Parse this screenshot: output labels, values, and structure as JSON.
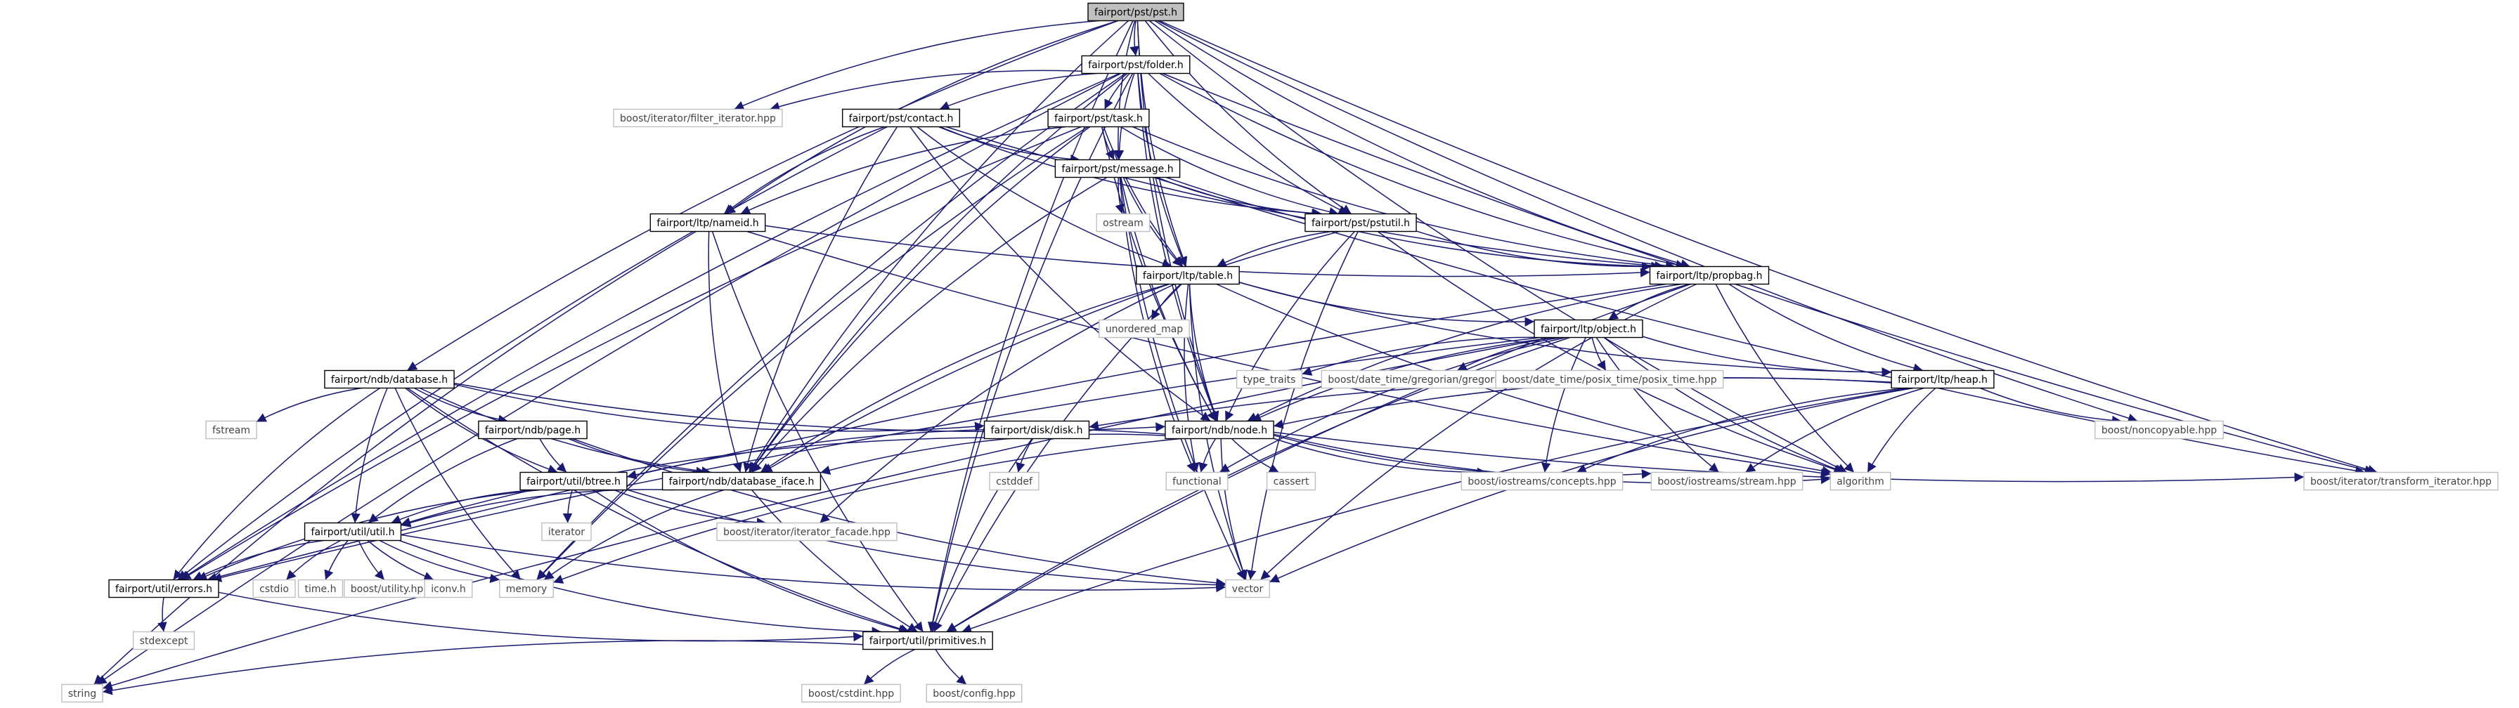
{
  "nodes": [
    {
      "id": "pst",
      "label": "fairport/pst/pst.h",
      "kind": "root"
    },
    {
      "id": "folder",
      "label": "fairport/pst/folder.h",
      "kind": "file"
    },
    {
      "id": "filter_it",
      "label": "boost/iterator/filter_iterator.hpp",
      "kind": "ext"
    },
    {
      "id": "contact",
      "label": "fairport/pst/contact.h",
      "kind": "file"
    },
    {
      "id": "task",
      "label": "fairport/pst/task.h",
      "kind": "file"
    },
    {
      "id": "message",
      "label": "fairport/pst/message.h",
      "kind": "file"
    },
    {
      "id": "ostream",
      "label": "ostream",
      "kind": "ext"
    },
    {
      "id": "pstutil",
      "label": "fairport/pst/pstutil.h",
      "kind": "file"
    },
    {
      "id": "nameid",
      "label": "fairport/ltp/nameid.h",
      "kind": "file"
    },
    {
      "id": "table",
      "label": "fairport/ltp/table.h",
      "kind": "file"
    },
    {
      "id": "propbag",
      "label": "fairport/ltp/propbag.h",
      "kind": "file"
    },
    {
      "id": "unordered_map",
      "label": "unordered_map",
      "kind": "ext"
    },
    {
      "id": "object",
      "label": "fairport/ltp/object.h",
      "kind": "file"
    },
    {
      "id": "type_traits",
      "label": "type_traits",
      "kind": "ext"
    },
    {
      "id": "gregorian",
      "label": "boost/date_time/gregorian/gregorian.hpp",
      "kind": "ext"
    },
    {
      "id": "posix_time",
      "label": "boost/date_time/posix_time/posix_time.hpp",
      "kind": "ext"
    },
    {
      "id": "database",
      "label": "fairport/ndb/database.h",
      "kind": "file"
    },
    {
      "id": "heap",
      "label": "fairport/ltp/heap.h",
      "kind": "file"
    },
    {
      "id": "fstream",
      "label": "fstream",
      "kind": "ext"
    },
    {
      "id": "page",
      "label": "fairport/ndb/page.h",
      "kind": "file"
    },
    {
      "id": "disk",
      "label": "fairport/disk/disk.h",
      "kind": "file"
    },
    {
      "id": "node",
      "label": "fairport/ndb/node.h",
      "kind": "file"
    },
    {
      "id": "noncopyable",
      "label": "boost/noncopyable.hpp",
      "kind": "ext"
    },
    {
      "id": "btree",
      "label": "fairport/util/btree.h",
      "kind": "file"
    },
    {
      "id": "db_iface",
      "label": "fairport/ndb/database_iface.h",
      "kind": "file"
    },
    {
      "id": "cstddef",
      "label": "cstddef",
      "kind": "ext"
    },
    {
      "id": "functional",
      "label": "functional",
      "kind": "ext"
    },
    {
      "id": "cassert",
      "label": "cassert",
      "kind": "ext"
    },
    {
      "id": "concepts",
      "label": "boost/iostreams/concepts.hpp",
      "kind": "ext"
    },
    {
      "id": "stream",
      "label": "boost/iostreams/stream.hpp",
      "kind": "ext"
    },
    {
      "id": "algorithm",
      "label": "algorithm",
      "kind": "ext"
    },
    {
      "id": "transform_it",
      "label": "boost/iterator/transform_iterator.hpp",
      "kind": "ext"
    },
    {
      "id": "iterator",
      "label": "iterator",
      "kind": "ext"
    },
    {
      "id": "iter_facade",
      "label": "boost/iterator/iterator_facade.hpp",
      "kind": "ext"
    },
    {
      "id": "util",
      "label": "fairport/util/util.h",
      "kind": "file"
    },
    {
      "id": "cstdio",
      "label": "cstdio",
      "kind": "ext"
    },
    {
      "id": "time",
      "label": "time.h",
      "kind": "ext"
    },
    {
      "id": "utility",
      "label": "boost/utility.hpp",
      "kind": "ext"
    },
    {
      "id": "iconv",
      "label": "iconv.h",
      "kind": "ext"
    },
    {
      "id": "memory",
      "label": "memory",
      "kind": "ext"
    },
    {
      "id": "vector",
      "label": "vector",
      "kind": "ext"
    },
    {
      "id": "errors",
      "label": "fairport/util/errors.h",
      "kind": "file"
    },
    {
      "id": "stdexcept",
      "label": "stdexcept",
      "kind": "ext"
    },
    {
      "id": "primitives",
      "label": "fairport/util/primitives.h",
      "kind": "file"
    },
    {
      "id": "string",
      "label": "string",
      "kind": "ext"
    },
    {
      "id": "cstdint",
      "label": "boost/cstdint.hpp",
      "kind": "ext"
    },
    {
      "id": "config",
      "label": "boost/config.hpp",
      "kind": "ext"
    }
  ],
  "edges": [
    [
      "pst",
      "folder"
    ],
    [
      "pst",
      "filter_it"
    ],
    [
      "pst",
      "message"
    ],
    [
      "pst",
      "pstutil"
    ],
    [
      "pst",
      "propbag"
    ],
    [
      "pst",
      "nameid"
    ],
    [
      "pst",
      "table"
    ],
    [
      "pst",
      "database"
    ],
    [
      "pst",
      "db_iface"
    ],
    [
      "pst",
      "node"
    ],
    [
      "pst",
      "noncopyable"
    ],
    [
      "pst",
      "transform_it"
    ],
    [
      "pst",
      "primitives"
    ],
    [
      "pst",
      "algorithm"
    ],
    [
      "folder",
      "filter_it"
    ],
    [
      "folder",
      "contact"
    ],
    [
      "folder",
      "task"
    ],
    [
      "folder",
      "message"
    ],
    [
      "folder",
      "pstutil"
    ],
    [
      "folder",
      "propbag"
    ],
    [
      "folder",
      "table"
    ],
    [
      "folder",
      "db_iface"
    ],
    [
      "folder",
      "node"
    ],
    [
      "folder",
      "errors"
    ],
    [
      "folder",
      "string"
    ],
    [
      "folder",
      "transform_it"
    ],
    [
      "folder",
      "memory"
    ],
    [
      "folder",
      "primitives"
    ],
    [
      "contact",
      "message"
    ],
    [
      "contact",
      "nameid"
    ],
    [
      "contact",
      "pstutil"
    ],
    [
      "contact",
      "propbag"
    ],
    [
      "contact",
      "db_iface"
    ],
    [
      "contact",
      "node"
    ],
    [
      "contact",
      "table"
    ],
    [
      "contact",
      "errors"
    ],
    [
      "task",
      "message"
    ],
    [
      "task",
      "nameid"
    ],
    [
      "task",
      "pstutil"
    ],
    [
      "task",
      "propbag"
    ],
    [
      "task",
      "table"
    ],
    [
      "task",
      "db_iface"
    ],
    [
      "task",
      "node"
    ],
    [
      "task",
      "errors"
    ],
    [
      "task",
      "memory"
    ],
    [
      "message",
      "ostream"
    ],
    [
      "message",
      "pstutil"
    ],
    [
      "message",
      "propbag"
    ],
    [
      "message",
      "table"
    ],
    [
      "message",
      "db_iface"
    ],
    [
      "message",
      "node"
    ],
    [
      "message",
      "functional"
    ],
    [
      "message",
      "vector"
    ],
    [
      "message",
      "transform_it"
    ],
    [
      "pstutil",
      "table"
    ],
    [
      "pstutil",
      "propbag"
    ],
    [
      "pstutil",
      "db_iface"
    ],
    [
      "pstutil",
      "node"
    ],
    [
      "pstutil",
      "algorithm"
    ],
    [
      "pstutil",
      "vector"
    ],
    [
      "nameid",
      "propbag"
    ],
    [
      "nameid",
      "db_iface"
    ],
    [
      "nameid",
      "string"
    ],
    [
      "nameid",
      "primitives"
    ],
    [
      "nameid",
      "algorithm"
    ],
    [
      "table",
      "unordered_map"
    ],
    [
      "table",
      "object"
    ],
    [
      "table",
      "heap"
    ],
    [
      "table",
      "node"
    ],
    [
      "table",
      "db_iface"
    ],
    [
      "table",
      "vector"
    ],
    [
      "table",
      "iter_facade"
    ],
    [
      "table",
      "primitives"
    ],
    [
      "table",
      "algorithm"
    ],
    [
      "table",
      "functional"
    ],
    [
      "propbag",
      "object"
    ],
    [
      "propbag",
      "heap"
    ],
    [
      "propbag",
      "node"
    ],
    [
      "propbag",
      "errors"
    ],
    [
      "propbag",
      "algorithm"
    ],
    [
      "propbag",
      "primitives"
    ],
    [
      "propbag",
      "vector"
    ],
    [
      "object",
      "type_traits"
    ],
    [
      "object",
      "gregorian"
    ],
    [
      "object",
      "posix_time"
    ],
    [
      "object",
      "heap"
    ],
    [
      "object",
      "node"
    ],
    [
      "object",
      "concepts"
    ],
    [
      "object",
      "stream"
    ],
    [
      "object",
      "primitives"
    ],
    [
      "object",
      "errors"
    ],
    [
      "object",
      "string"
    ],
    [
      "object",
      "functional"
    ],
    [
      "object",
      "algorithm"
    ],
    [
      "database",
      "fstream"
    ],
    [
      "database",
      "page"
    ],
    [
      "database",
      "disk"
    ],
    [
      "database",
      "node"
    ],
    [
      "database",
      "btree"
    ],
    [
      "database",
      "db_iface"
    ],
    [
      "database",
      "util"
    ],
    [
      "database",
      "errors"
    ],
    [
      "database",
      "memory"
    ],
    [
      "database",
      "primitives"
    ],
    [
      "heap",
      "noncopyable"
    ],
    [
      "heap",
      "node"
    ],
    [
      "heap",
      "concepts"
    ],
    [
      "heap",
      "stream"
    ],
    [
      "heap",
      "algorithm"
    ],
    [
      "heap",
      "vector"
    ],
    [
      "heap",
      "primitives"
    ],
    [
      "heap",
      "disk"
    ],
    [
      "page",
      "btree"
    ],
    [
      "page",
      "db_iface"
    ],
    [
      "page",
      "util"
    ],
    [
      "page",
      "vector"
    ],
    [
      "disk",
      "cstddef"
    ],
    [
      "disk",
      "primitives"
    ],
    [
      "disk",
      "util"
    ],
    [
      "node",
      "functional"
    ],
    [
      "node",
      "cassert"
    ],
    [
      "node",
      "concepts"
    ],
    [
      "node",
      "stream"
    ],
    [
      "node",
      "algorithm"
    ],
    [
      "node",
      "transform_it"
    ],
    [
      "node",
      "db_iface"
    ],
    [
      "node",
      "btree"
    ],
    [
      "node",
      "memory"
    ],
    [
      "node",
      "vector"
    ],
    [
      "btree",
      "iterator"
    ],
    [
      "btree",
      "iter_facade"
    ],
    [
      "btree",
      "util"
    ],
    [
      "btree",
      "errors"
    ],
    [
      "btree",
      "vector"
    ],
    [
      "btree",
      "primitives"
    ],
    [
      "db_iface",
      "util"
    ],
    [
      "db_iface",
      "memory"
    ],
    [
      "db_iface",
      "primitives"
    ],
    [
      "util",
      "cstdio"
    ],
    [
      "util",
      "time"
    ],
    [
      "util",
      "utility"
    ],
    [
      "util",
      "iconv"
    ],
    [
      "util",
      "memory"
    ],
    [
      "util",
      "vector"
    ],
    [
      "util",
      "errors"
    ],
    [
      "util",
      "primitives"
    ],
    [
      "errors",
      "stdexcept"
    ],
    [
      "errors",
      "primitives"
    ],
    [
      "primitives",
      "string"
    ],
    [
      "primitives",
      "cstdint"
    ],
    [
      "primitives",
      "config"
    ]
  ]
}
